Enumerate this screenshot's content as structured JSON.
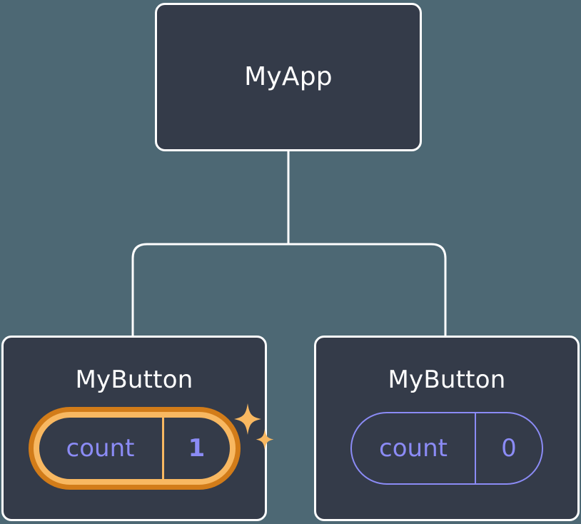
{
  "diagram": {
    "type": "component-tree",
    "title": "React component tree with local state",
    "background_color": "#4d6874",
    "node_fill_color": "#343b49",
    "node_border_color": "#ffffff",
    "connector_color": "#ffffff",
    "state_text_color": "#8b8bf5",
    "highlight_inner_color": "#f8b861",
    "highlight_outer_color": "#d27c19",
    "sparkle_color": "#f8b861"
  },
  "root": {
    "label": "MyApp"
  },
  "children": [
    {
      "label": "MyButton",
      "state": {
        "key": "count",
        "value": "1",
        "highlighted": true,
        "sparkles": 2
      }
    },
    {
      "label": "MyButton",
      "state": {
        "key": "count",
        "value": "0",
        "highlighted": false,
        "sparkles": 0
      }
    }
  ]
}
